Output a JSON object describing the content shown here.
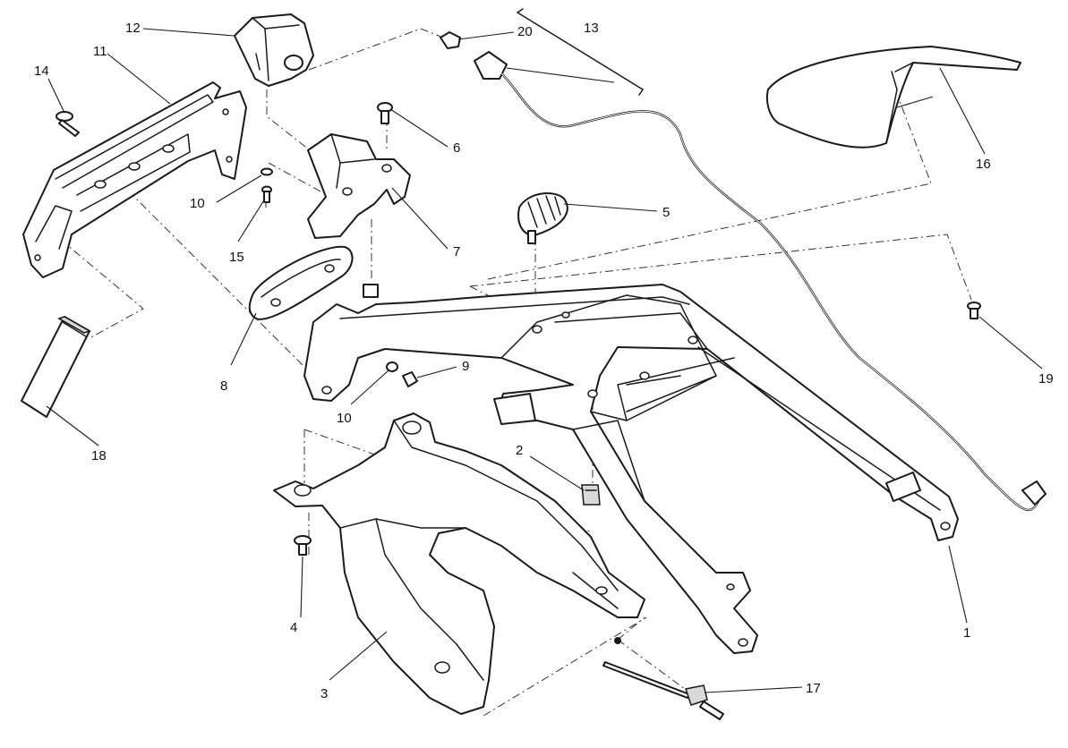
{
  "diagram": {
    "type": "exploded-parts-diagram",
    "callouts": [
      {
        "id": "c1",
        "label": "1"
      },
      {
        "id": "c2",
        "label": "2"
      },
      {
        "id": "c3",
        "label": "3"
      },
      {
        "id": "c4",
        "label": "4"
      },
      {
        "id": "c5",
        "label": "5"
      },
      {
        "id": "c6",
        "label": "6"
      },
      {
        "id": "c7",
        "label": "7"
      },
      {
        "id": "c8",
        "label": "8"
      },
      {
        "id": "c9",
        "label": "9"
      },
      {
        "id": "c10a",
        "label": "10"
      },
      {
        "id": "c10b",
        "label": "10"
      },
      {
        "id": "c11",
        "label": "11"
      },
      {
        "id": "c12",
        "label": "12"
      },
      {
        "id": "c13",
        "label": "13"
      },
      {
        "id": "c14",
        "label": "14"
      },
      {
        "id": "c15",
        "label": "15"
      },
      {
        "id": "c16",
        "label": "16"
      },
      {
        "id": "c17",
        "label": "17"
      },
      {
        "id": "c18",
        "label": "18"
      },
      {
        "id": "c19",
        "label": "19"
      },
      {
        "id": "c20",
        "label": "20"
      }
    ]
  }
}
